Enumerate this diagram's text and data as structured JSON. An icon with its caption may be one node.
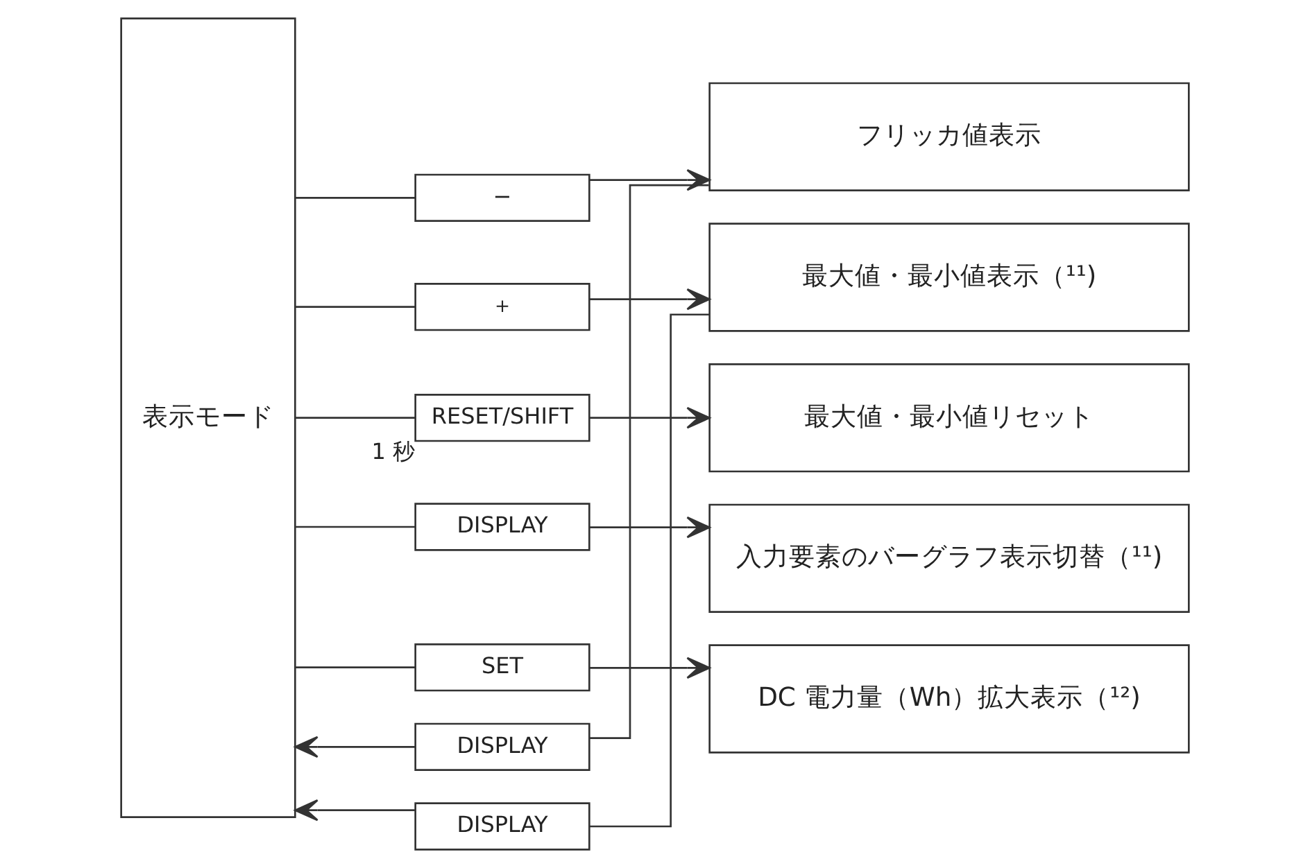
{
  "diagram": {
    "nodes": [
      {
        "text": [
          "表示モード"
        ]
      },
      {
        "text": [
          "−"
        ]
      },
      {
        "text": [
          "フリッカ値表示"
        ]
      },
      {
        "text": [
          "DISPLAY"
        ]
      },
      {
        "text": [
          "＋"
        ]
      },
      {
        "text": [
          "最大値・最小値表示（¹¹)"
        ]
      },
      {
        "text": [
          "DISPLAY"
        ]
      },
      {
        "text": [
          "RESET/SHIFT"
        ],
        "beside": [
          "1 秒"
        ]
      },
      {
        "text": [
          "最大値・最小値リセット"
        ]
      },
      {
        "text": [
          "DISPLAY"
        ]
      },
      {
        "text": [
          "入力要素のバーグラフ表示切替（¹¹)"
        ]
      },
      {
        "text": [
          "SET"
        ]
      },
      {
        "text": [
          "DC 電力量（Wh）拡大表示（¹²)"
        ]
      }
    ],
    "edges": [
      {
        "from": 0,
        "to": 1,
        "arrow": "none"
      },
      {
        "from": 1,
        "to": 2,
        "arrow": "to"
      },
      {
        "from": 2,
        "to": 3,
        "arrow": "none"
      },
      {
        "from": 3,
        "to": 0,
        "arrow": "to"
      },
      {
        "from": 0,
        "to": 4,
        "arrow": "none"
      },
      {
        "from": 4,
        "to": 5,
        "arrow": "to"
      },
      {
        "from": 5,
        "to": 6,
        "arrow": "none"
      },
      {
        "from": 6,
        "to": 0,
        "arrow": "to"
      },
      {
        "from": 0,
        "to": 7,
        "arrow": "none"
      },
      {
        "from": 7,
        "to": 8,
        "arrow": "to"
      },
      {
        "from": 0,
        "to": 9,
        "arrow": "none"
      },
      {
        "from": 9,
        "to": 10,
        "arrow": "to"
      },
      {
        "from": 0,
        "to": 11,
        "arrow": "none"
      },
      {
        "from": 11,
        "to": 12,
        "arrow": "to"
      }
    ]
  }
}
